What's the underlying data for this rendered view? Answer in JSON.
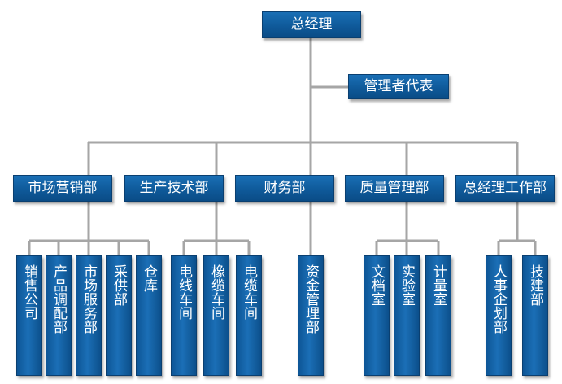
{
  "top": {
    "ceo": "总经理",
    "rep": "管理者代表"
  },
  "departments": [
    {
      "label": "市场营销部",
      "units": [
        "销售公司",
        "产品调配部",
        "市场服务部",
        "采供部",
        "仓库"
      ]
    },
    {
      "label": "生产技术部",
      "units": [
        "电线车间",
        "橡缆车间",
        "电缆车间"
      ]
    },
    {
      "label": "财务部",
      "units": [
        "资金管理部"
      ]
    },
    {
      "label": "质量管理部",
      "units": [
        "文档室",
        "实验室",
        "计量室"
      ]
    },
    {
      "label": "总经理工作部",
      "units": [
        "人事企划部",
        "技建部"
      ]
    }
  ],
  "colors": {
    "box_fill": "#1163a6",
    "box_border": "#0a3f70",
    "connector": "#a6a6a6",
    "text": "#ffffff"
  }
}
